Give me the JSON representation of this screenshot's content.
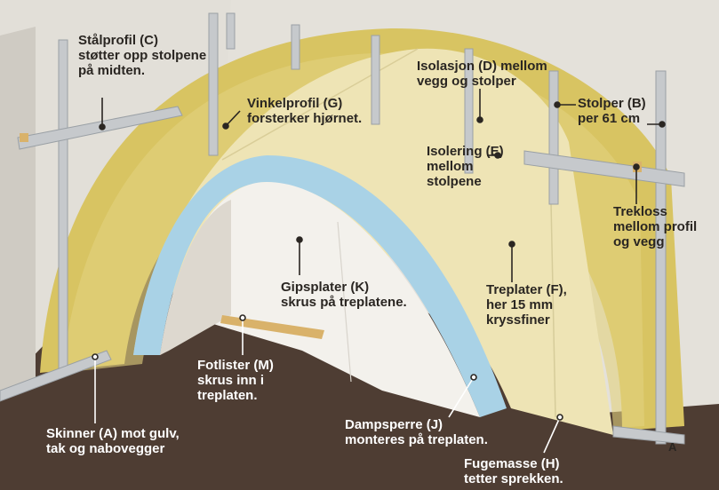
{
  "labels": {
    "c": [
      "Stålprofil (C)",
      "støtter opp stolpene",
      "på midten."
    ],
    "g": [
      "Vinkelprofil (G)",
      "forsterker hjørnet."
    ],
    "d": [
      "Isolasjon (D) mellom",
      "vegg og stolper"
    ],
    "b": [
      "Stolper (B)",
      "per 61 cm"
    ],
    "e": [
      "Isolering (E)",
      "mellom",
      "stolpene"
    ],
    "trekloss": [
      "Trekloss",
      "mellom profil",
      "og vegg"
    ],
    "k": [
      "Gipsplater (K)",
      "skrus på treplatene."
    ],
    "f": [
      "Treplater (F),",
      "her 15 mm",
      "kryssfiner"
    ],
    "m": [
      "Fotlister (M)",
      "skrus inn i",
      "treplaten."
    ],
    "a": [
      "Skinner (A) mot gulv,",
      "tak og nabovegger"
    ],
    "j": [
      "Dampsperre (J)",
      "monteres på treplaten."
    ],
    "h": [
      "Fugemasse (H)",
      "tetter sprekken."
    ]
  },
  "corner_tag": "A",
  "colors": {
    "floor": "#4e3d33",
    "wall": "#e4e1da",
    "insulation": "#dcc868",
    "plywood": "#eee4b5",
    "gypsum": "#f3f1ec",
    "vapor_barrier": "#a9d2e6",
    "steel": "#c6c9cc",
    "wood": "#d9b26a"
  }
}
